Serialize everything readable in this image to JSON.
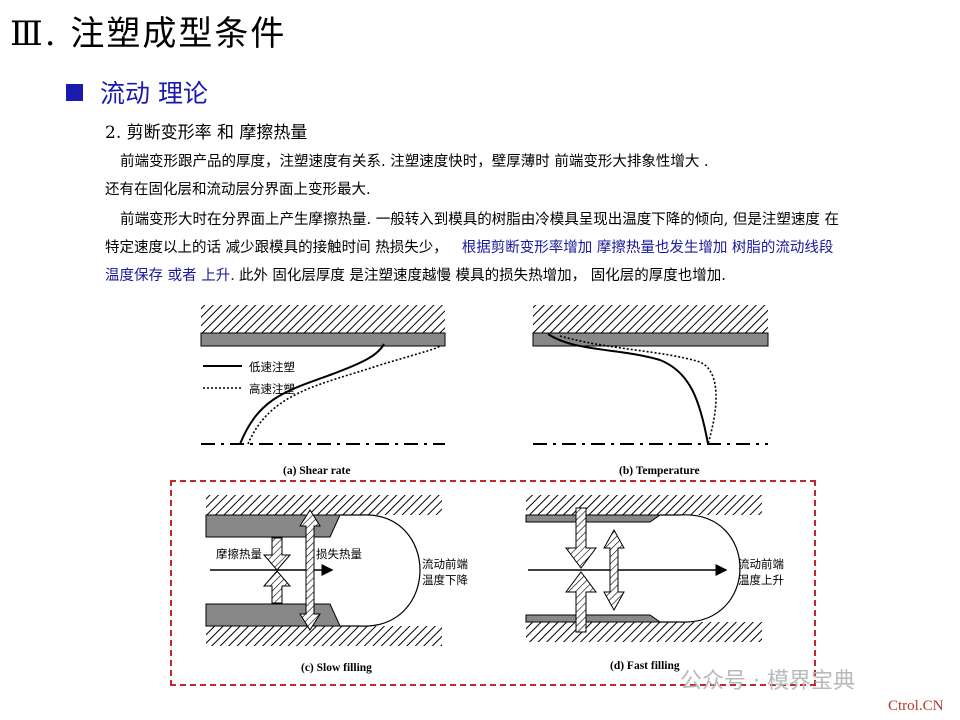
{
  "slide": {
    "title": "Ⅲ. 注塑成型条件",
    "subtitle": "流动 理论",
    "heading": "2. 剪断变形率 和 摩擦热量",
    "para1": "前端变形跟产品的厚度，注塑速度有关系. 注塑速度快时，壁厚薄时 前端变形大排象性增大 .",
    "para2": "还有在固化层和流动层分界面上变形最大.",
    "para3": "前端变形大时在分界面上产生摩擦热量. 一般转入到模具的树脂由冷模具呈现出温度下降的倾向, 但是注塑速度 在",
    "para4_black": "特定速度以上的话 减少跟模具的接触时间 热损失少，",
    "para4_blue": "根据剪断变形率增加 摩擦热量也发生增加 树脂的流动线段",
    "para5_blue": "温度保存 或者 上升.",
    "para5_black": "此外 固化层厚度 是注塑速度越慢 模具的损失热增加， 固化层的厚度也增加."
  },
  "figures": {
    "legend_low": "低速注塑",
    "legend_high": "高速注塑",
    "cap_a": "(a) Shear rate",
    "cap_b": "(b) Temperature",
    "cap_c": "(c) Slow filling",
    "cap_d": "(d) Fast filling",
    "c_friction": "摩擦热量",
    "c_loss": "损失热量",
    "c_front1": "流动前端",
    "c_front2": "温度下降",
    "d_front1": "流动前端",
    "d_front2": "温度上升"
  },
  "watermark": {
    "text": "公众号 · 模界宝典",
    "site": "Ctrol.CN"
  }
}
